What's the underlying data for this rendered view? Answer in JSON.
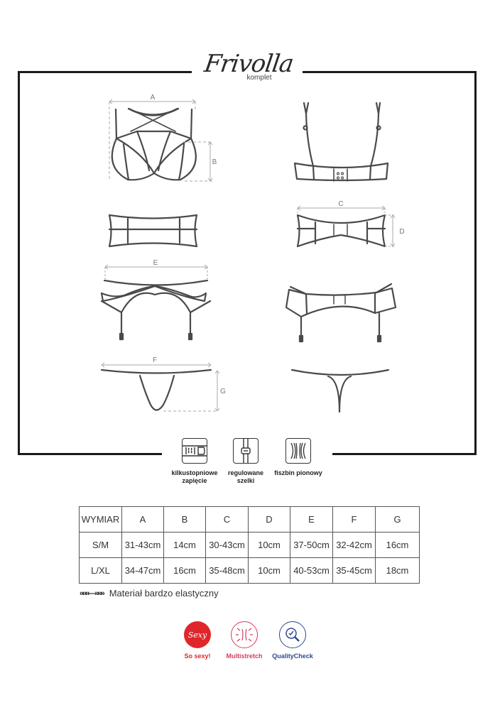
{
  "header": {
    "brand": "Frivolla",
    "subtitle": "komplet"
  },
  "diagrams": {
    "labels": [
      "A",
      "B",
      "C",
      "D",
      "E",
      "F",
      "G"
    ],
    "items": [
      {
        "name": "bra-front",
        "measure": [
          "A",
          "B"
        ]
      },
      {
        "name": "bra-back",
        "measure": []
      },
      {
        "name": "band-front",
        "measure": []
      },
      {
        "name": "band-back",
        "measure": [
          "C",
          "D"
        ]
      },
      {
        "name": "garter-belt-front",
        "measure": [
          "E"
        ]
      },
      {
        "name": "garter-belt-back",
        "measure": []
      },
      {
        "name": "thong-front",
        "measure": [
          "F",
          "G"
        ]
      },
      {
        "name": "thong-back",
        "measure": []
      }
    ]
  },
  "features": [
    {
      "icon": "multi-hook-closure-icon",
      "label_line1": "kilkustopniowe",
      "label_line2": "zapięcie"
    },
    {
      "icon": "adjustable-straps-icon",
      "label_line1": "regulowane",
      "label_line2": "szelki"
    },
    {
      "icon": "vertical-boning-icon",
      "label_line1": "fiszbin pionowy",
      "label_line2": ""
    }
  ],
  "size_table": {
    "headers": [
      "WYMIAR",
      "A",
      "B",
      "C",
      "D",
      "E",
      "F",
      "G"
    ],
    "rows": [
      [
        "S/M",
        "31-43cm",
        "14cm",
        "30-43cm",
        "10cm",
        "37-50cm",
        "32-42cm",
        "16cm"
      ],
      [
        "L/XL",
        "34-47cm",
        "16cm",
        "35-48cm",
        "10cm",
        "40-53cm",
        "35-45cm",
        "18cm"
      ]
    ]
  },
  "elastic_note": {
    "icon": "stretch-arrows-icon",
    "arrows": "«««—»»»",
    "text": "Materiał bardzo elastyczny"
  },
  "badges": [
    {
      "icon": "sexy-badge-icon",
      "inner": "Sexy",
      "label": "So sexy!",
      "color": "#e0262b"
    },
    {
      "icon": "multistretch-badge-icon",
      "inner": "",
      "label": "Multistretch",
      "color": "#d63c5e"
    },
    {
      "icon": "quality-check-badge-icon",
      "inner": "",
      "label": "QualityCheck",
      "color": "#2f4a8f"
    }
  ]
}
